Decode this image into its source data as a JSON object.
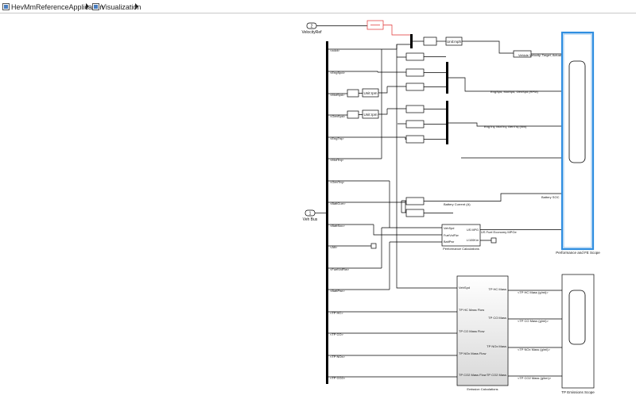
{
  "breadcrumb": {
    "items": [
      {
        "label": "HevMmReferenceApplication"
      },
      {
        "label": "Visualization"
      }
    ]
  },
  "model": {
    "inports": {
      "velocity_ref": {
        "number": "2",
        "label": "VelocityRef"
      },
      "veh_bus": {
        "number": "1",
        "label": "Veh Bus"
      }
    },
    "bus_signals": [
      "<xdot>",
      "<EngSpd>",
      "<MotSpd>",
      "<GenSpd>",
      "<EngTrq>",
      "<MotTrq>",
      "<GenTrq>",
      "<BattCurr>",
      "<BattSoc>",
      "<Alt>",
      "<FuelVolFlw>",
      "<BattPwr>",
      "<TP HC>",
      "<TP CO>",
      "<TP NOx>",
      "<TP CO2>"
    ],
    "unit_blocks": {
      "mph": "Unit:mph",
      "rpm_mot": "Unit:rpm",
      "rpm_gen": "Unit:rpm"
    },
    "signal_labels": {
      "velocity": "Vehicle Velocity, Target, Actual (mph)",
      "speeds": "EngSpd, MotSpd, GenSpd (RPM)",
      "torques": "EngTrq, MotTrq, GenTrq (Nm)",
      "batt_current": "Battery Current (A)",
      "batt_soc": "Battery SOC",
      "fuel_economy": "US Fuel Economy MPGe",
      "hc_mass": "<TP HC Mass (g/mi)>",
      "co_mass": "<TP CO Mass (g/mi)>",
      "nox_mass": "<TP NOx Mass (g/mi)>",
      "co2_mass": "<TP CO2 Mass (g/km)>"
    },
    "perf_calc": {
      "title": "Performance Calculations",
      "in_ports": [
        "VehSpd",
        "FuelVolFlw",
        "BattPwr"
      ],
      "out_ports": [
        "US MPG",
        "L/100Km"
      ]
    },
    "emission_calc": {
      "title": "Emission Calculations",
      "in_ports": [
        "VehSpd",
        "TP HC Mass Flow",
        "TP CO Mass Flow",
        "TP NOx Mass Flow",
        "TP CO2 Mass Flow"
      ],
      "out_ports": [
        "TP HC Mass",
        "TP CO Mass",
        "TP NOx Mass",
        "TP CO2 Mass"
      ]
    },
    "scopes": {
      "perf": {
        "label": "Performance and FE Scope"
      },
      "emis": {
        "label": "TP Emissions Scope"
      }
    },
    "colors": {
      "selection": "#2f8ee0",
      "error_block": "#e03030",
      "line": "#000000"
    }
  }
}
